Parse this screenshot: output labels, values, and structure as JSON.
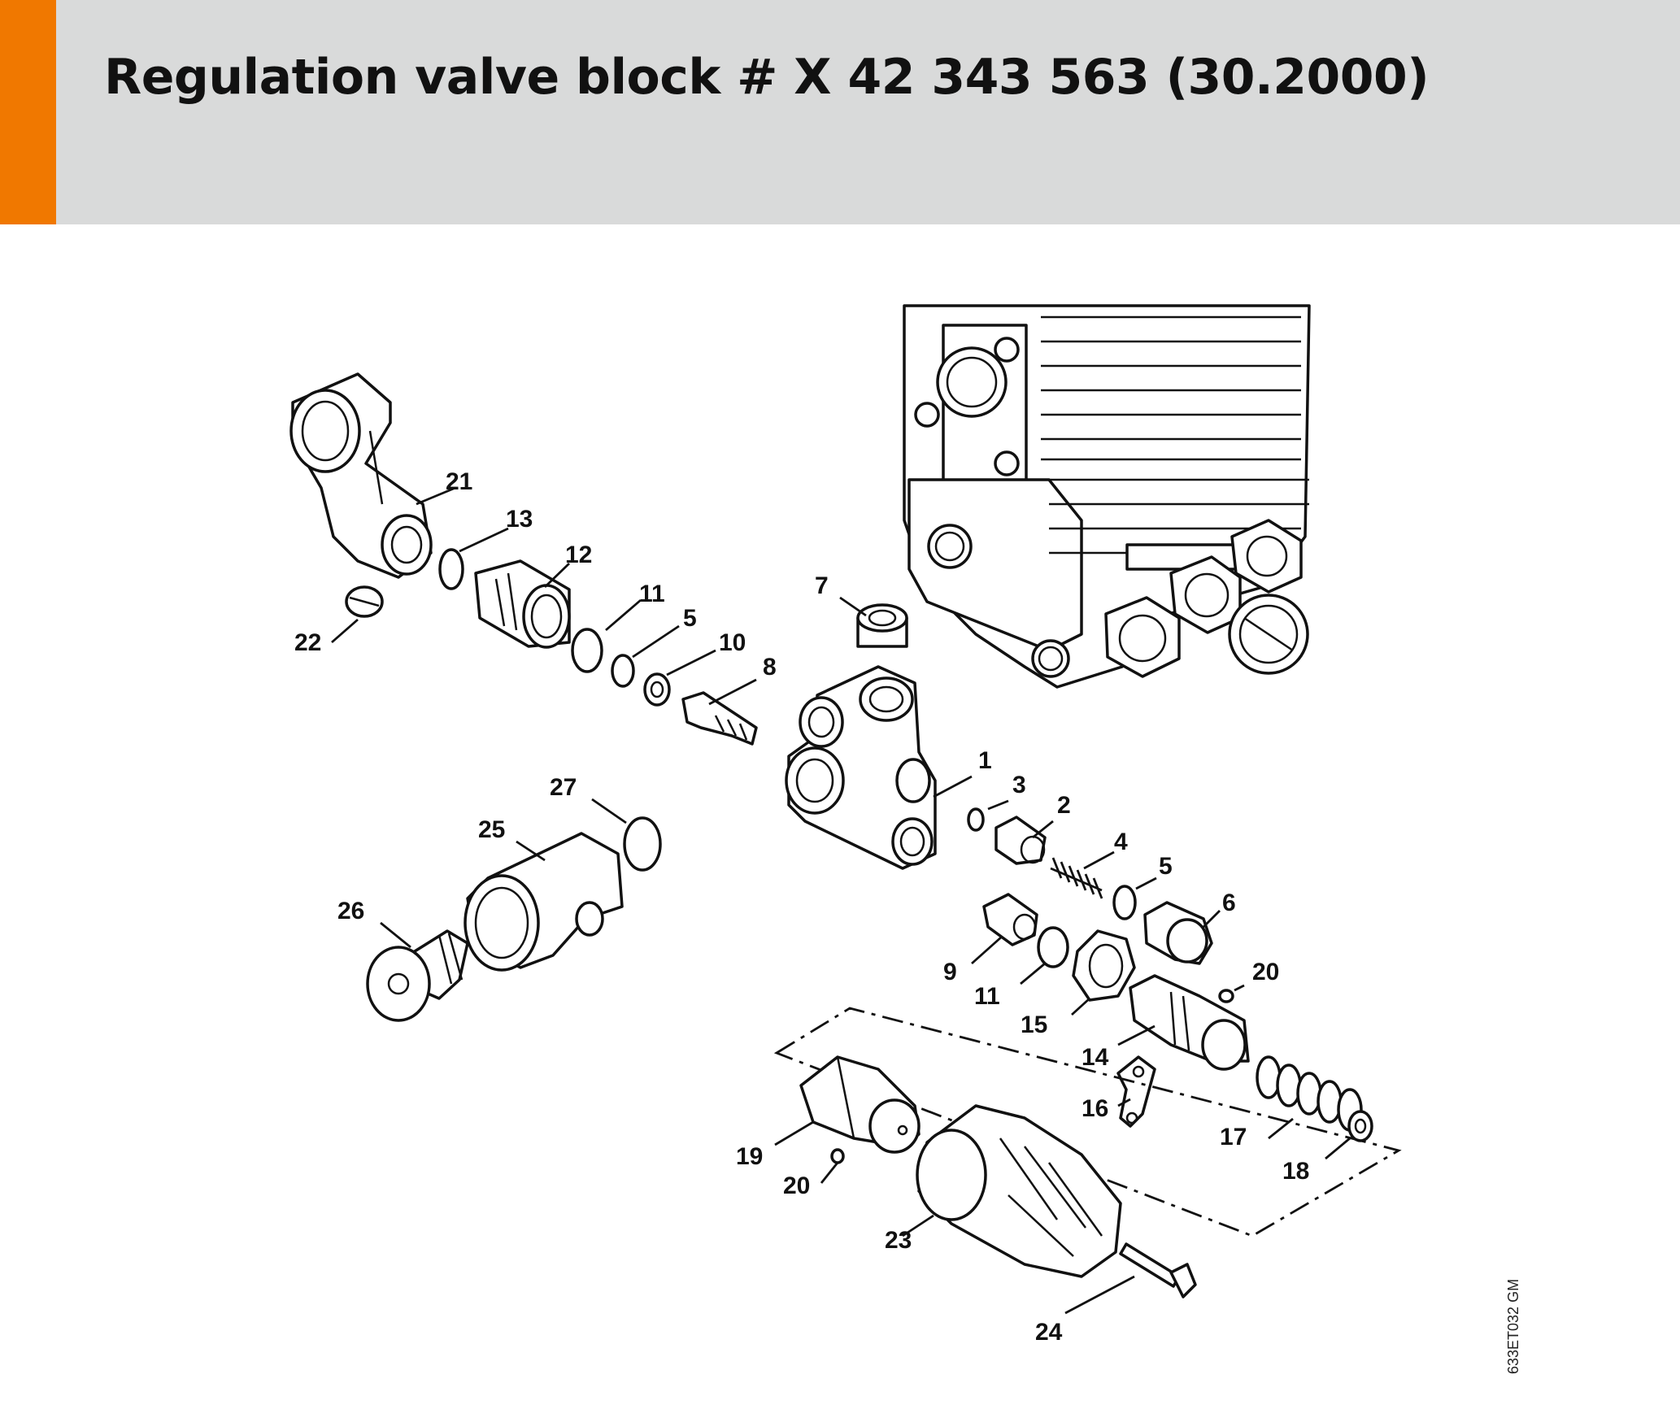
{
  "header": {
    "title": "Regulation valve block # X 42 343 563 (30.2000)",
    "accent_color": "#f07800",
    "band_color": "#d9dada"
  },
  "diagram": {
    "image_code": "633ET032 GM",
    "labels": [
      {
        "id": "l21",
        "text": "21"
      },
      {
        "id": "l13",
        "text": "13"
      },
      {
        "id": "l12",
        "text": "12"
      },
      {
        "id": "l22",
        "text": "22"
      },
      {
        "id": "l11a",
        "text": "11"
      },
      {
        "id": "l5a",
        "text": "5"
      },
      {
        "id": "l10",
        "text": "10"
      },
      {
        "id": "l8",
        "text": "8"
      },
      {
        "id": "l7",
        "text": "7"
      },
      {
        "id": "l1",
        "text": "1"
      },
      {
        "id": "l3",
        "text": "3"
      },
      {
        "id": "l2",
        "text": "2"
      },
      {
        "id": "l4",
        "text": "4"
      },
      {
        "id": "l5b",
        "text": "5"
      },
      {
        "id": "l6",
        "text": "6"
      },
      {
        "id": "l27",
        "text": "27"
      },
      {
        "id": "l25",
        "text": "25"
      },
      {
        "id": "l26",
        "text": "26"
      },
      {
        "id": "l9",
        "text": "9"
      },
      {
        "id": "l11b",
        "text": "11"
      },
      {
        "id": "l15",
        "text": "15"
      },
      {
        "id": "l20a",
        "text": "20"
      },
      {
        "id": "l14",
        "text": "14"
      },
      {
        "id": "l16",
        "text": "16"
      },
      {
        "id": "l17",
        "text": "17"
      },
      {
        "id": "l18",
        "text": "18"
      },
      {
        "id": "l19",
        "text": "19"
      },
      {
        "id": "l20b",
        "text": "20"
      },
      {
        "id": "l23",
        "text": "23"
      },
      {
        "id": "l24",
        "text": "24"
      }
    ]
  }
}
